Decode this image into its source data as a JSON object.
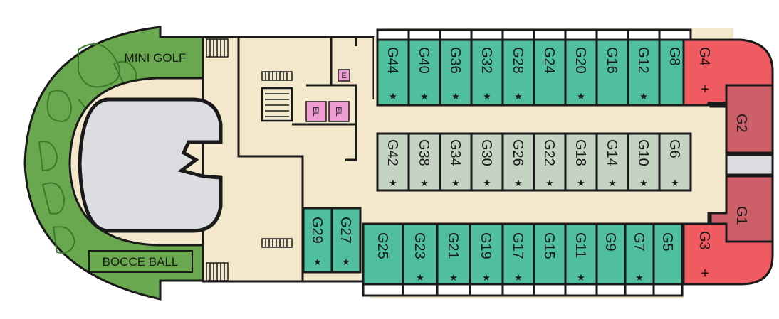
{
  "areas": {
    "mini_golf": "MINI GOLF",
    "bocce_ball": "BOCCE BALL"
  },
  "elevators": {
    "el_1": "EL",
    "el_2": "EL",
    "e_small": "E"
  },
  "colors": {
    "standard": "#4fbf9e",
    "inner": "#c4d3c2",
    "suite": "#ef5b60",
    "premium": "#cc5f68",
    "deck": "#f3e7cc",
    "golf": "#6aa84f",
    "golf_dark": "#4d8f3a",
    "pool": "#dcdde0",
    "elevator": "#ef9ed4"
  },
  "cabins": {
    "top": [
      {
        "id": "G44",
        "label": "G44",
        "star": true
      },
      {
        "id": "G40",
        "label": "G40",
        "star": true
      },
      {
        "id": "G36",
        "label": "G36",
        "star": true
      },
      {
        "id": "G32",
        "label": "G32",
        "star": true
      },
      {
        "id": "G28",
        "label": "G28",
        "star": true
      },
      {
        "id": "G24",
        "label": "G24",
        "star": false
      },
      {
        "id": "G20",
        "label": "G20",
        "star": true
      },
      {
        "id": "G16",
        "label": "G16",
        "star": false
      },
      {
        "id": "G12",
        "label": "G12",
        "star": true
      },
      {
        "id": "G8",
        "label": "G8",
        "star": false
      }
    ],
    "middle": [
      {
        "id": "G42",
        "label": "G42",
        "star": true
      },
      {
        "id": "G38",
        "label": "G38",
        "star": true
      },
      {
        "id": "G34",
        "label": "G34",
        "star": true
      },
      {
        "id": "G30",
        "label": "G30",
        "star": true
      },
      {
        "id": "G26",
        "label": "G26",
        "star": true
      },
      {
        "id": "G22",
        "label": "G22",
        "star": true
      },
      {
        "id": "G18",
        "label": "G18",
        "star": true
      },
      {
        "id": "G14",
        "label": "G14",
        "star": true
      },
      {
        "id": "G10",
        "label": "G10",
        "star": true
      },
      {
        "id": "G6",
        "label": "G6",
        "star": true
      }
    ],
    "bottom": [
      {
        "id": "G29",
        "label": "G29",
        "star": true
      },
      {
        "id": "G27",
        "label": "G27",
        "star": true
      },
      {
        "id": "G25",
        "label": "G25",
        "star": false
      },
      {
        "id": "G23",
        "label": "G23",
        "star": true
      },
      {
        "id": "G21",
        "label": "G21",
        "star": true
      },
      {
        "id": "G19",
        "label": "G19",
        "star": true
      },
      {
        "id": "G17",
        "label": "G17",
        "star": true
      },
      {
        "id": "G15",
        "label": "G15",
        "star": false
      },
      {
        "id": "G11",
        "label": "G11",
        "star": true
      },
      {
        "id": "G9",
        "label": "G9",
        "star": false
      },
      {
        "id": "G7",
        "label": "G7",
        "star": true
      },
      {
        "id": "G5",
        "label": "G5",
        "star": false
      }
    ],
    "suites": [
      {
        "id": "G4",
        "label": "G4",
        "symbol": "+"
      },
      {
        "id": "G3",
        "label": "G3",
        "symbol": "+"
      }
    ],
    "premium": [
      {
        "id": "G2",
        "label": "G2"
      },
      {
        "id": "G1",
        "label": "G1"
      }
    ]
  },
  "symbols": {
    "star": "★"
  }
}
